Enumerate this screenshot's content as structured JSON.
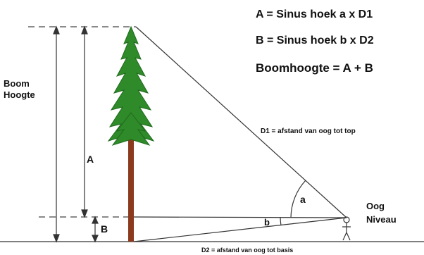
{
  "formulas": {
    "a_formula": "A = Sinus hoek a x D1",
    "b_formula": "B = Sinus hoek b x D2",
    "height_formula": "Boomhoogte = A + B"
  },
  "labels": {
    "boom": "Boom",
    "hoogte": "Hoogte",
    "a_segment": "A",
    "b_segment": "B",
    "angle_a": "a",
    "angle_b": "b",
    "oog": "Oog",
    "niveau": "Niveau",
    "d1": "D1 = afstand van oog tot top",
    "d2": "D2 = afstand van oog tot basis"
  },
  "colors": {
    "line": "#333333",
    "trunk": "#8b3a1e",
    "foliage": "#2f8a2a",
    "foliage_dark": "#1f6a1c"
  }
}
